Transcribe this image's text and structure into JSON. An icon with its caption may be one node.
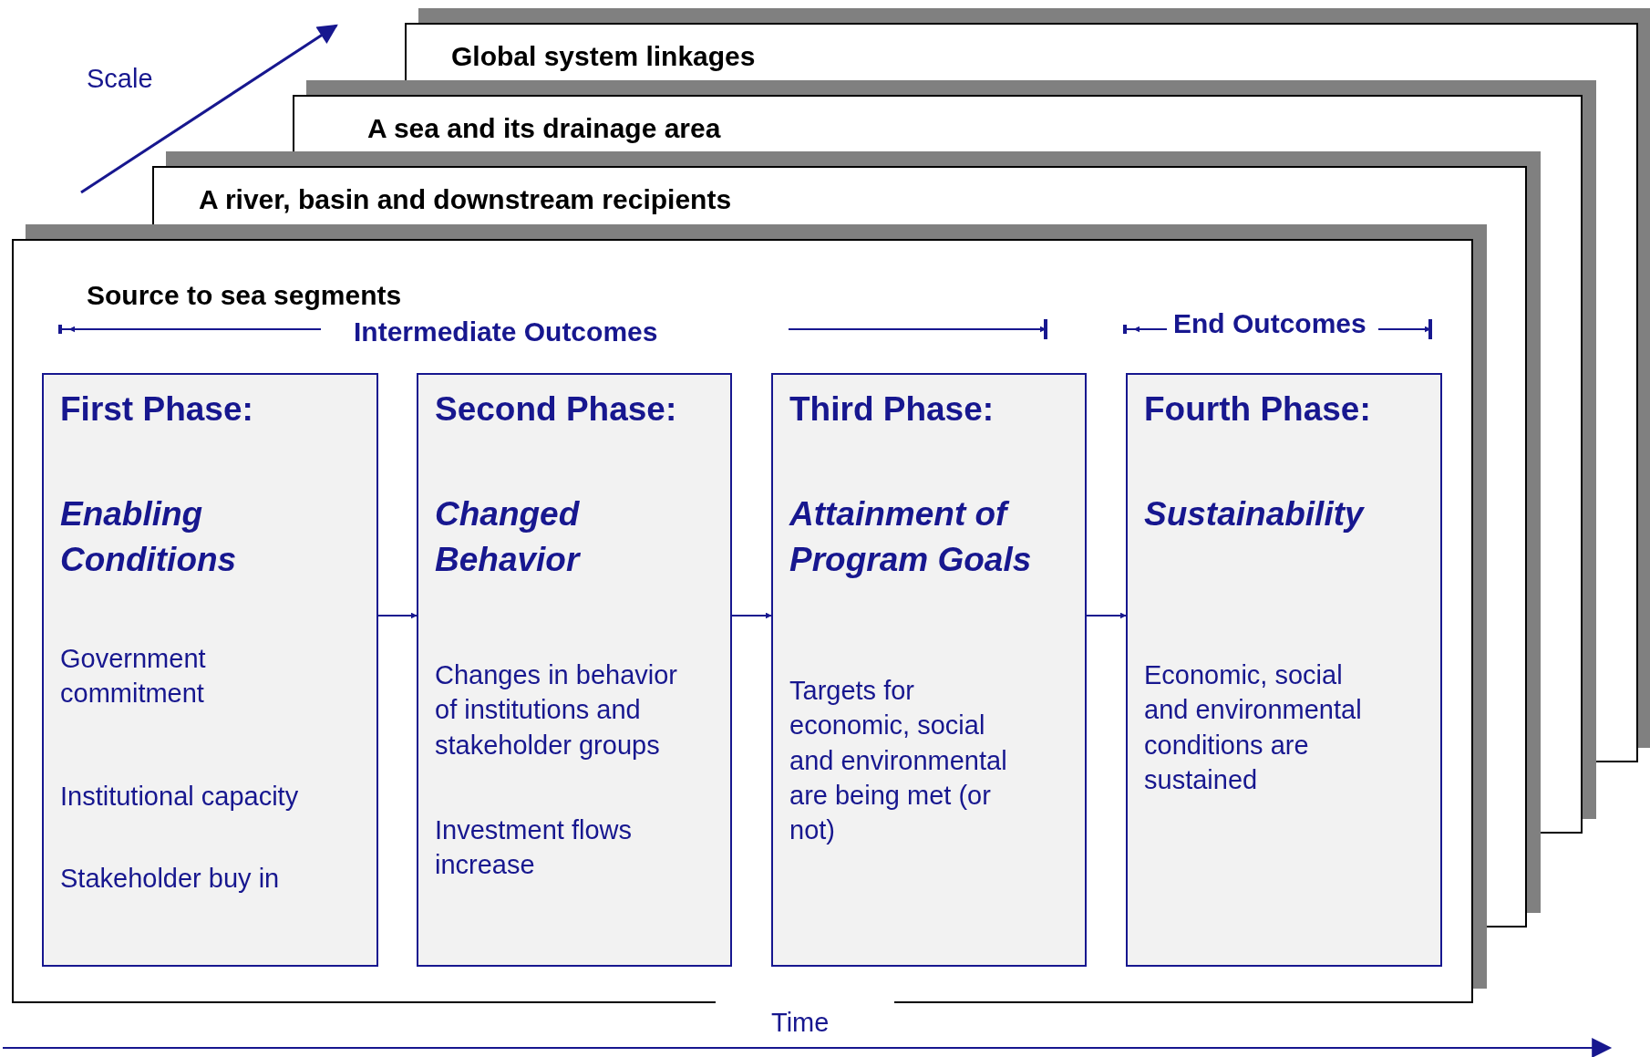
{
  "diagram": {
    "nodes": [
      {
        "text": [
          "Global system linkages"
        ]
      },
      {
        "text": [
          "A sea and its drainage area"
        ]
      },
      {
        "text": [
          "A river, basin and downstream recipients"
        ]
      },
      {
        "text": [
          "Source to sea segments"
        ]
      },
      {
        "text": [
          "First Phase:",
          "Enabling Conditions",
          "Government commitment",
          "Institutional capacity",
          "Stakeholder buy in"
        ],
        "in": 3
      },
      {
        "text": [
          "Second Phase:",
          "Changed Behavior",
          "Changes in behavior of institutions and stakeholder groups",
          "Investment flows increase"
        ],
        "in": 3
      },
      {
        "text": [
          "Third Phase:",
          "Attainment of Program Goals",
          "Targets for economic, social and environmental are  being met (or not)"
        ],
        "in": 3
      },
      {
        "text": [
          "Fourth Phase:",
          "Sustainability",
          "Economic, social and environmental conditions are sustained"
        ],
        "in": 3
      }
    ],
    "edges": [
      {
        "from": 4,
        "to": 5,
        "arrow": "to"
      },
      {
        "from": 5,
        "to": 6,
        "arrow": "to"
      },
      {
        "from": 6,
        "to": 7,
        "arrow": "to"
      }
    ],
    "labels": [
      "Scale",
      "Intermediate Outcomes",
      "End Outcomes",
      "Time"
    ]
  }
}
